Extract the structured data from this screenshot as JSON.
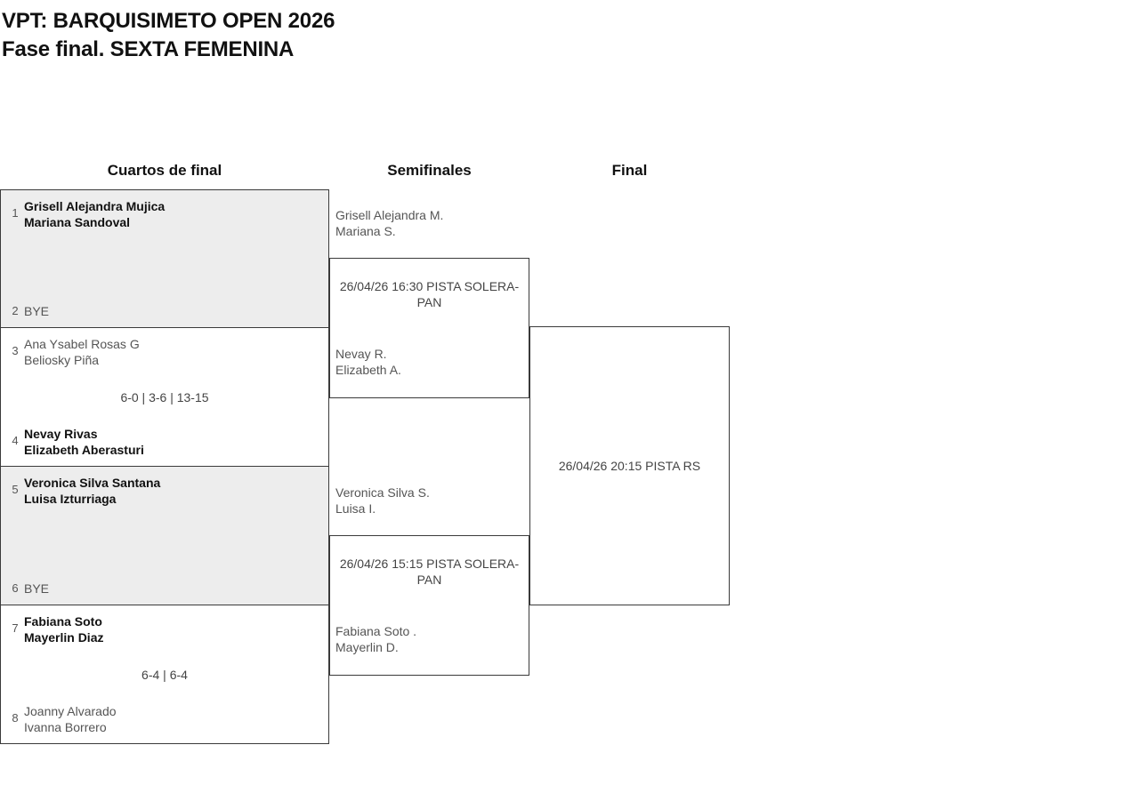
{
  "header": {
    "title_line1": "VPT: BARQUISIMETO OPEN 2026",
    "title_line2": "Fase final. SEXTA FEMENINA"
  },
  "columns": {
    "quarterfinals_label": "Cuartos de final",
    "semifinals_label": "Semifinales",
    "final_label": "Final"
  },
  "quarterfinals": [
    {
      "shaded": true,
      "top": {
        "seed": "1",
        "player1": "Grisell Alejandra Mujica",
        "player2": "Mariana Sandoval",
        "outcome": "winner"
      },
      "bottom": {
        "seed": "2",
        "bye_label": "BYE",
        "outcome": "bye"
      },
      "score": ""
    },
    {
      "shaded": false,
      "top": {
        "seed": "3",
        "player1": "Ana Ysabel Rosas G",
        "player2": "Beliosky Piña",
        "outcome": "loser"
      },
      "bottom": {
        "seed": "4",
        "player1": "Nevay Rivas",
        "player2": "Elizabeth Aberasturi",
        "outcome": "winner"
      },
      "score": "6-0 | 3-6 | 13-15"
    },
    {
      "shaded": true,
      "top": {
        "seed": "5",
        "player1": "Veronica Silva Santana",
        "player2": "Luisa Izturriaga",
        "outcome": "winner"
      },
      "bottom": {
        "seed": "6",
        "bye_label": "BYE",
        "outcome": "bye"
      },
      "score": ""
    },
    {
      "shaded": false,
      "top": {
        "seed": "7",
        "player1": "Fabiana Soto",
        "player2": "Mayerlin Diaz",
        "outcome": "winner"
      },
      "bottom": {
        "seed": "8",
        "player1": "Joanny Alvarado",
        "player2": "Ivanna Borrero",
        "outcome": "loser"
      },
      "score": "6-4 | 6-4"
    }
  ],
  "semifinals": [
    {
      "top_player1": "Grisell Alejandra M.",
      "top_player2": "Mariana S.",
      "bottom_player1": "Nevay R.",
      "bottom_player2": "Elizabeth A.",
      "schedule": "26/04/26 16:30 PISTA SOLERA-PAN"
    },
    {
      "top_player1": "Veronica Silva S.",
      "top_player2": "Luisa I.",
      "bottom_player1": "Fabiana Soto .",
      "bottom_player2": "Mayerlin D.",
      "schedule": "26/04/26 15:15 PISTA SOLERA-PAN"
    }
  ],
  "final": {
    "schedule": "26/04/26 20:15 PISTA RS"
  },
  "colors": {
    "shaded_row_bg": "#ededed",
    "border": "#3a3a3a",
    "winner_text": "#111111",
    "loser_text": "#555555"
  }
}
